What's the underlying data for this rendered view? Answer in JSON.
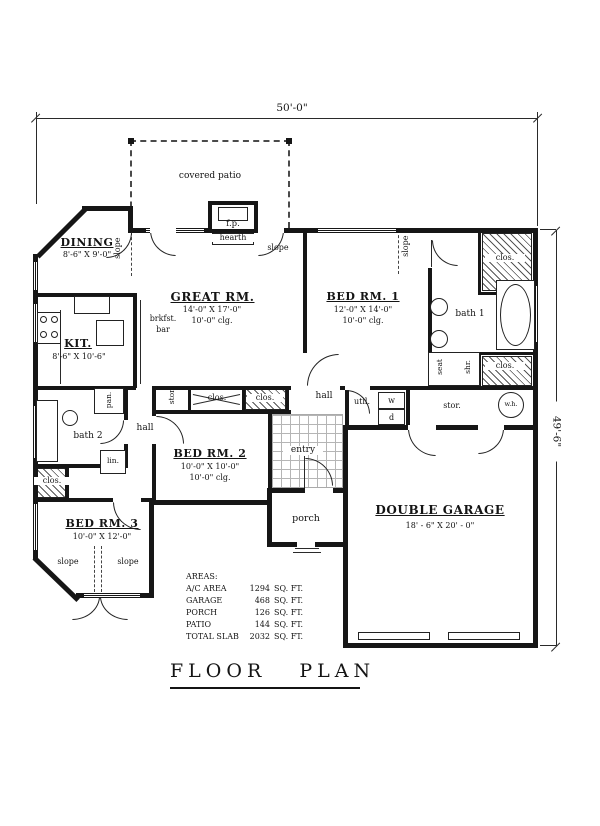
{
  "title": "FLOOR   PLAN",
  "dims": {
    "top": "50'-0\"",
    "right": "49'-6\""
  },
  "labels": {
    "covered_patio": "covered patio",
    "fp": "f.p.",
    "hearth": "hearth",
    "dining": "DINING",
    "dining_size": "8'-6\" X 9'-0\"",
    "slope": "slope",
    "great": "GREAT RM.",
    "great_size": "14'-0\" X 17'-0\"",
    "great_clg": "10'-0\" clg.",
    "bed1": "BED RM. 1",
    "bed1_size": "12'-0\" X 14'-0\"",
    "bed1_clg": "10'-0\" clg.",
    "bath1": "bath 1",
    "kit": "KIT.",
    "kit_size": "8'-6\" X 10'-6\"",
    "brkfst1": "brkfst.",
    "brkfst2": "bar",
    "pan": "pan.",
    "clos": "clos.",
    "stor": "stor.",
    "hall": "hall",
    "util": "util.",
    "w": "w",
    "d": "d",
    "wh": "w.h.",
    "seat": "seat",
    "shr": "shr.",
    "bath2": "bath 2",
    "lin": "lin.",
    "bed2": "BED RM. 2",
    "bed2_size": "10'-0\" X 10'-0\"",
    "bed2_clg": "10'-0\" clg.",
    "entry": "entry",
    "bed3": "BED RM. 3",
    "bed3_size": "10'-0\" X 12'-0\"",
    "porch": "porch",
    "garage": "DOUBLE GARAGE",
    "garage_size": "18' - 6\" X 20' - 0\""
  },
  "areas": {
    "heading": "AREAS:",
    "rows": [
      {
        "name": "A/C AREA",
        "num": "1294",
        "unit": "SQ. FT."
      },
      {
        "name": "GARAGE",
        "num": "468",
        "unit": "SQ. FT."
      },
      {
        "name": "PORCH",
        "num": "126",
        "unit": "SQ. FT."
      },
      {
        "name": "PATIO",
        "num": "144",
        "unit": "SQ. FT."
      },
      {
        "name": "TOTAL SLAB",
        "num": "2032",
        "unit": "SQ. FT."
      }
    ]
  }
}
